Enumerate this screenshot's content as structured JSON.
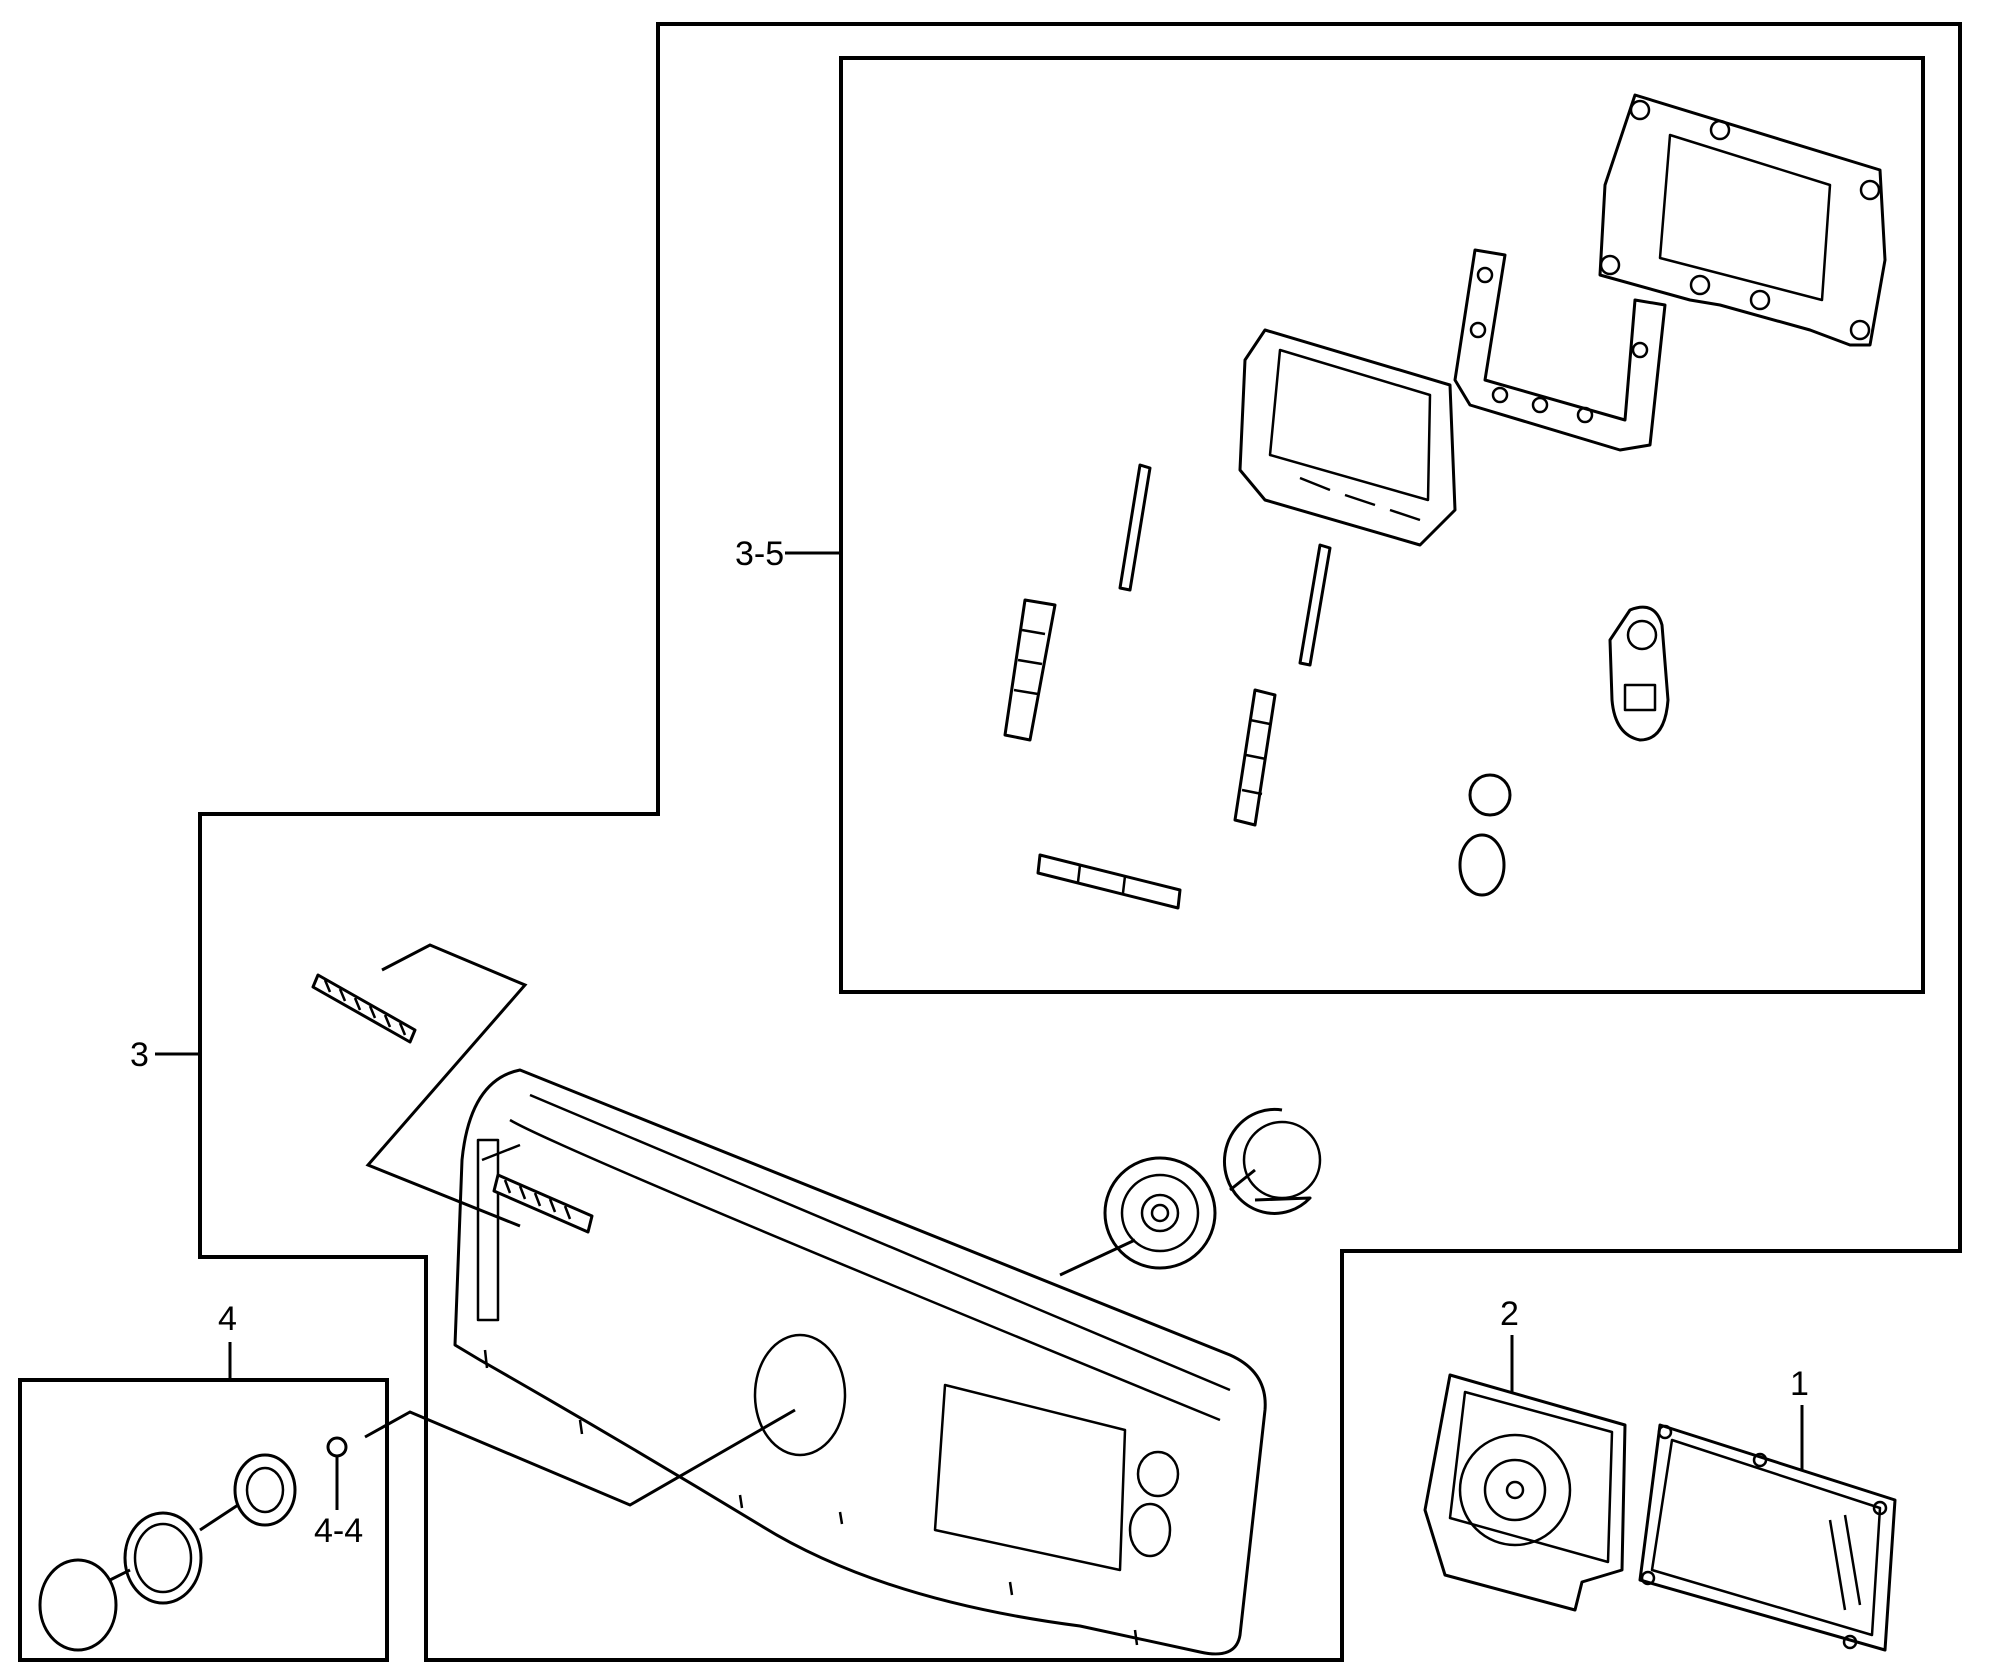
{
  "callouts": {
    "c1": "1",
    "c2": "2",
    "c3": "3",
    "c3_5": "3-5",
    "c4": "4",
    "c4_4": "4-4"
  }
}
